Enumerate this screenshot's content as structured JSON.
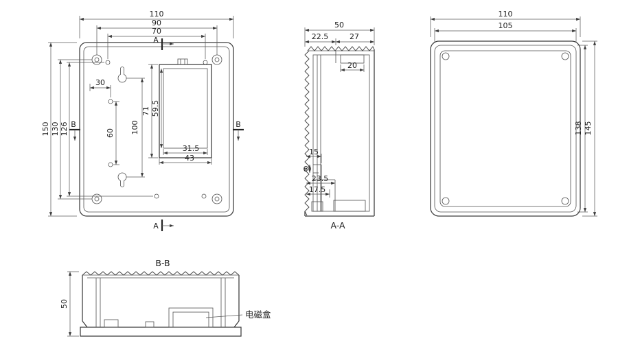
{
  "views": {
    "front": {
      "markers": {
        "a_top": "A",
        "a_bottom": "A",
        "b_left": "B",
        "b_right": "B"
      },
      "dims": {
        "width_overall": "110",
        "width_screws": "90",
        "width_holes": "70",
        "height_overall": "150",
        "height_screws": "130",
        "height_holes": "126",
        "hole_offset": "30",
        "hole_spacing": "60",
        "keyhole_spacing": "100",
        "cutout_height": "71",
        "cutout_inner_height": "59.5",
        "cutout_inner_width": "31.5",
        "cutout_width": "43"
      }
    },
    "section_aa": {
      "title": "A-A",
      "dims": {
        "depth_overall": "50",
        "depth_front": "22.5",
        "depth_rear": "27",
        "slot_width": "20",
        "rib_offset": "15",
        "step_height": "6",
        "boss_offset": "23.5",
        "recess_offset": "17.5"
      }
    },
    "back": {
      "dims": {
        "width_overall": "110",
        "width_inner": "105",
        "height_overall": "145",
        "height_inner": "138"
      }
    },
    "section_bb": {
      "title": "B-B",
      "dims": {
        "height_overall": "50"
      },
      "callout": {
        "label": "电磁盒"
      }
    }
  }
}
